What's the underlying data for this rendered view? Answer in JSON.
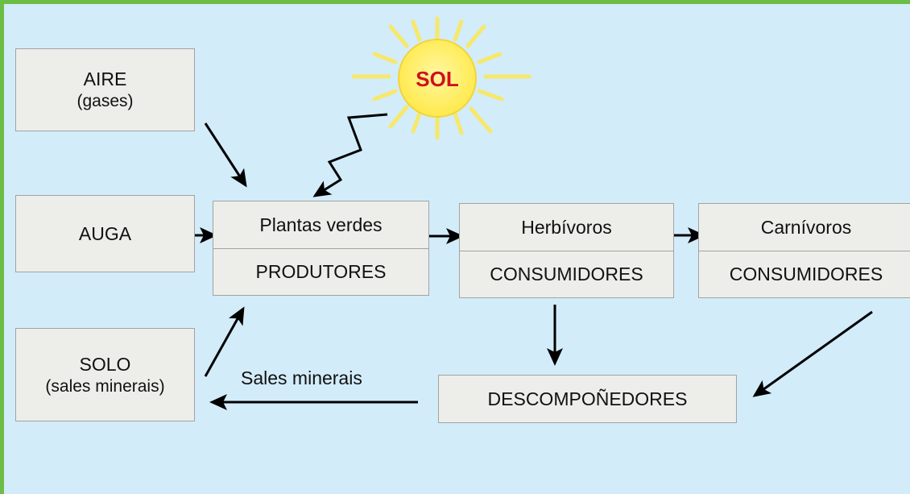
{
  "sun": {
    "label": "SOL"
  },
  "boxes": {
    "aire": {
      "title": "AIRE",
      "subtitle": "(gases)"
    },
    "auga": {
      "title": "AUGA"
    },
    "solo": {
      "title": "SOLO",
      "subtitle": "(sales minerais)"
    },
    "plantas": {
      "top": "Plantas verdes",
      "bottom": "PRODUTORES"
    },
    "herbivoros": {
      "top": "Herbívoros",
      "bottom": "CONSUMIDORES"
    },
    "carnivoros": {
      "top": "Carnívoros",
      "bottom": "CONSUMIDORES"
    },
    "descomponedores": {
      "title": "DESCOMPOÑEDORES"
    }
  },
  "flow_labels": {
    "sales_minerais": "Sales minerais"
  },
  "colors": {
    "background": "#d2ecfa",
    "frame": "#6cbd45",
    "box_fill": "#ededea",
    "sun_fill": "#fff060",
    "sun_rays": "#f7e86a",
    "sun_text": "#d0101b",
    "arrows": "#000000"
  }
}
